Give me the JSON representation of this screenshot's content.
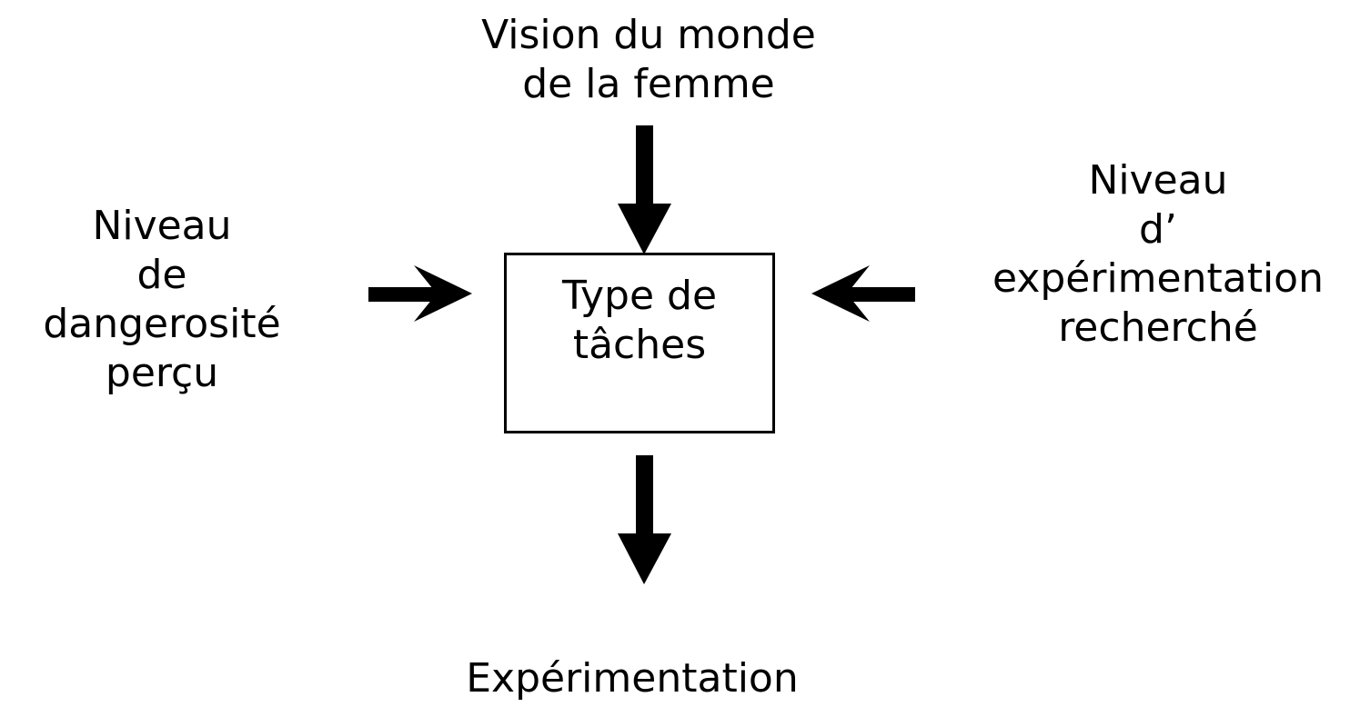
{
  "diagram": {
    "top_label": [
      "Vision du monde",
      "de la femme"
    ],
    "left_label": [
      "Niveau",
      "de",
      "dangerosité",
      "perçu"
    ],
    "right_label": [
      "Niveau",
      "d’",
      "expérimentation",
      "recherché"
    ],
    "center_label": [
      "Type de",
      "tâches"
    ],
    "bottom_label": [
      "Expérimentation"
    ],
    "ink_color": "#000000",
    "background_color": "#ffffff"
  }
}
